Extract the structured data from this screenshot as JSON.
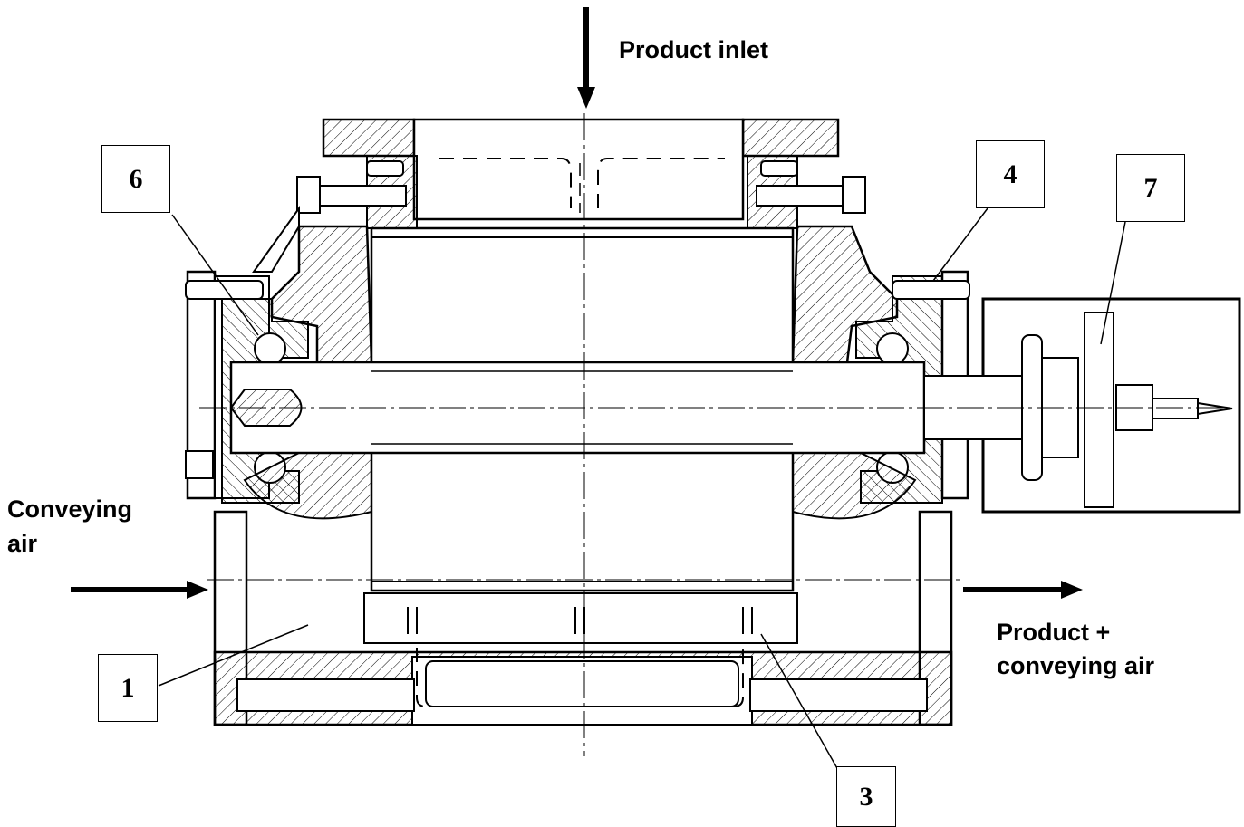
{
  "labels": {
    "product_inlet": "Product inlet",
    "conveying_air_line1": "Conveying",
    "conveying_air_line2": "air",
    "outlet_line1": "Product +",
    "outlet_line2": "conveying air"
  },
  "callouts": [
    "6",
    "4",
    "7",
    "1",
    "3"
  ],
  "colors": {
    "ink": "#000000",
    "background": "#ffffff",
    "hatch": "#000000"
  }
}
